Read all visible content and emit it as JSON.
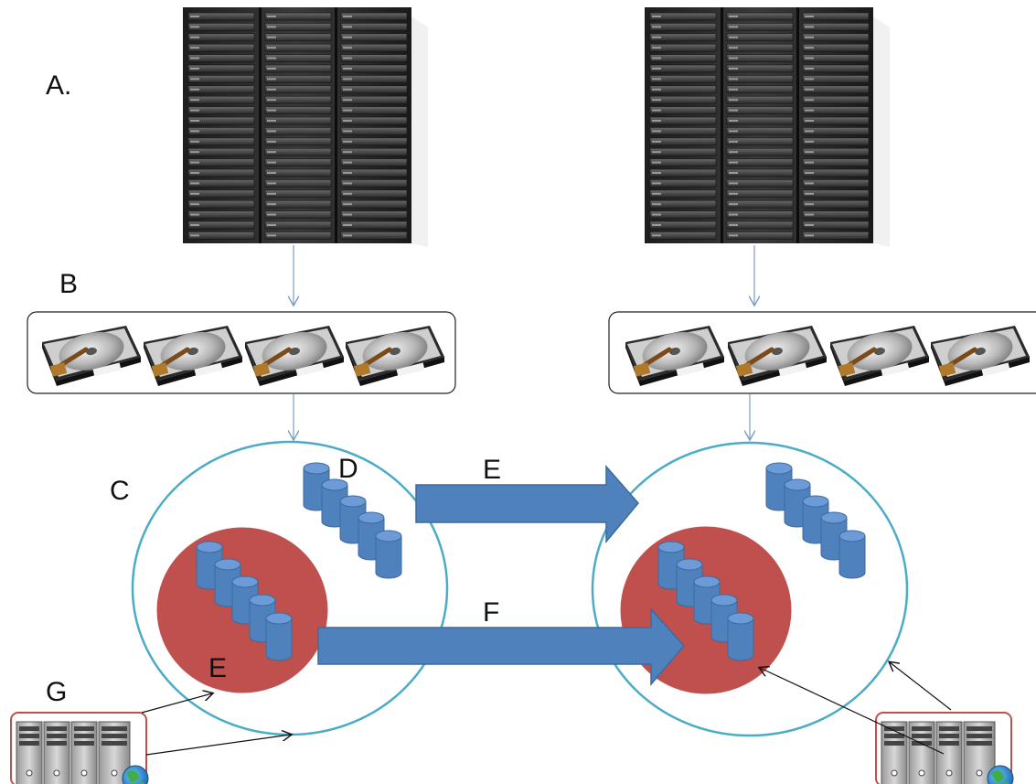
{
  "labels": {
    "a": "A.",
    "b": "B",
    "c": "C",
    "d": "D",
    "e_top": "E",
    "f": "F",
    "e_inner": "E",
    "g": "G"
  },
  "icons": {
    "server_rack": "server-rack-icon",
    "hard_drive": "hard-drive-icon",
    "database_stack": "database-stack-icon",
    "server_tower_group": "server-tower-group-icon",
    "globe": "globe-icon"
  },
  "colors": {
    "arrow_fill": "#4f81bd",
    "arrow_stroke": "#3d6a9e",
    "outer_circle_stroke": "#4bacc6",
    "inner_circle_fill": "#c0504d",
    "cylinder_fill": "#4f81bd",
    "connector_blue": "#7b9cc9",
    "connector_black": "#111111",
    "server_frame": "#c0504d"
  }
}
